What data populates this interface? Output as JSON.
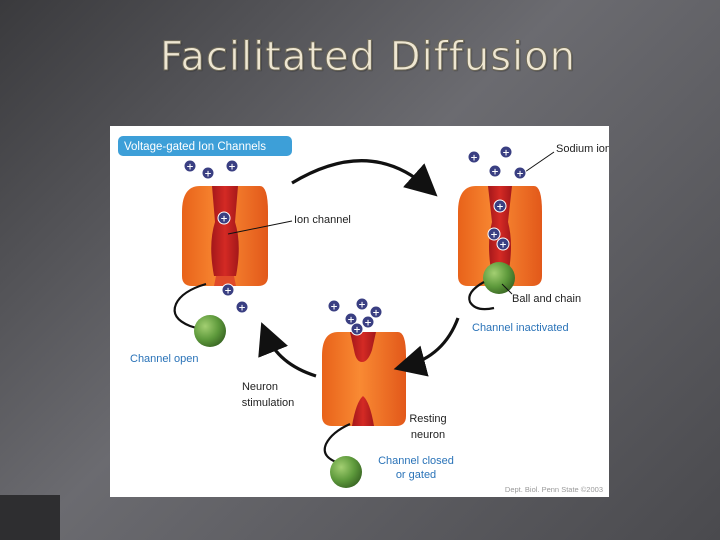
{
  "slide": {
    "title": "Facilitated Diffusion"
  },
  "diagram": {
    "header": "Voltage-gated Ion Channels",
    "labels": {
      "sodium_ions": "Sodium ions",
      "ion_channel": "Ion channel",
      "ball_and_chain": "Ball and chain",
      "channel_inactivated": "Channel inactivated",
      "channel_open": "Channel open",
      "neuron_stimulation_1": "Neuron",
      "neuron_stimulation_2": "stimulation",
      "resting_neuron_1": "Resting",
      "resting_neuron_2": "neuron",
      "channel_closed_1": "Channel closed",
      "channel_closed_2": "or gated"
    },
    "credit": "Dept. Biol. Penn State ©2003",
    "ion_symbol": "+",
    "colors": {
      "header_bg": "#3d9fd8",
      "channel_orange": "#f57a24",
      "channel_red": "#c9221e",
      "ion_fill": "#3a3f82",
      "ball_green": "#5e9a3c",
      "label_blue": "#2a73b8"
    }
  }
}
